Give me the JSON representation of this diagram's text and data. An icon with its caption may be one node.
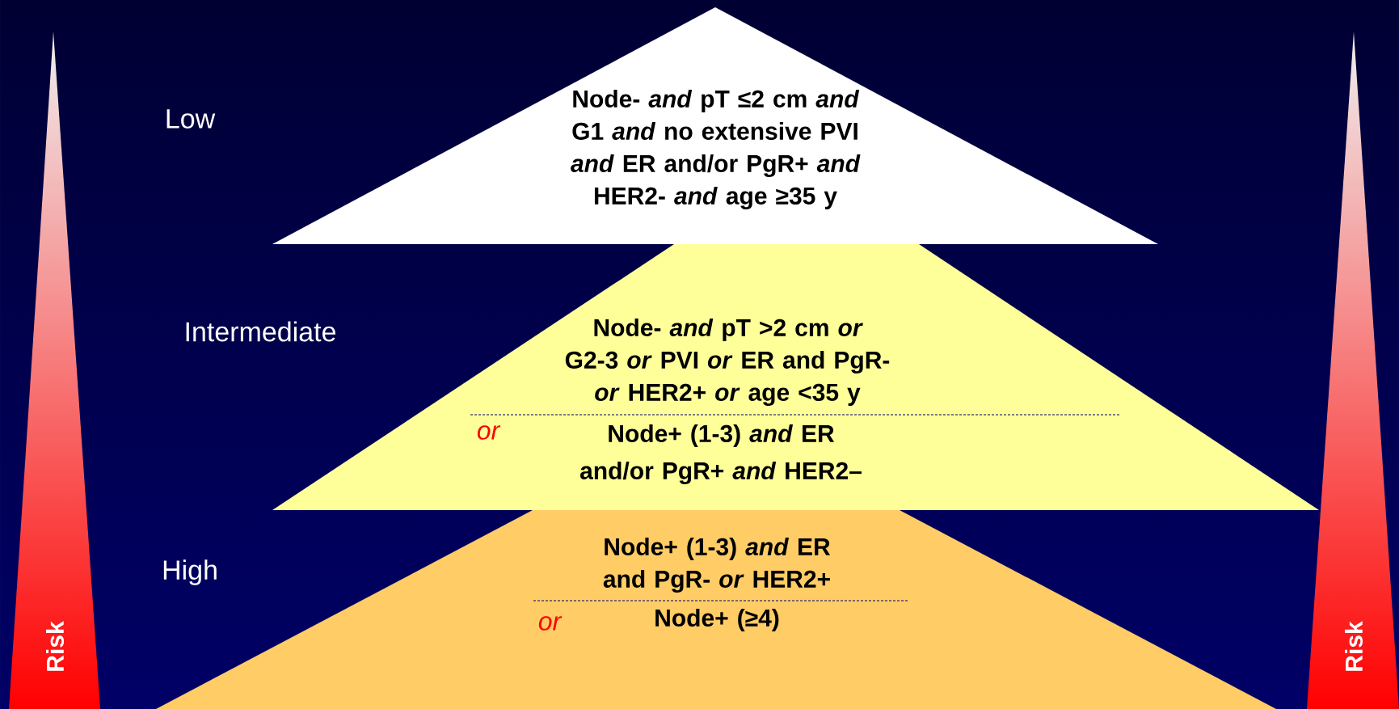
{
  "diagram": {
    "nodes": [
      {
        "text": [
          "Risk"
        ]
      },
      {
        "text": [
          "Node- *and* pT ≤2 cm *and* G1 *and* no extensive PVI *and* ER and/or PgR+ *and* HER2- *and* age ≥35 y"
        ]
      },
      {
        "text": [
          "Node- *and* pT >2 cm *or* G2-3 *or* PVI *or* ER and PgR- *or* HER2+ *or* age <35 y",
          "or",
          "Node+ (1-3) *and* ER and/or PgR+ *and* HER2–"
        ]
      },
      {
        "text": [
          "Node+ (1-3) *and* ER and PgR- *or* HER2+",
          "or",
          "Node+ (≥4)"
        ]
      },
      {
        "text": [
          "Risk"
        ]
      }
    ],
    "labels": [
      "Low",
      "Intermediate",
      "High"
    ]
  }
}
